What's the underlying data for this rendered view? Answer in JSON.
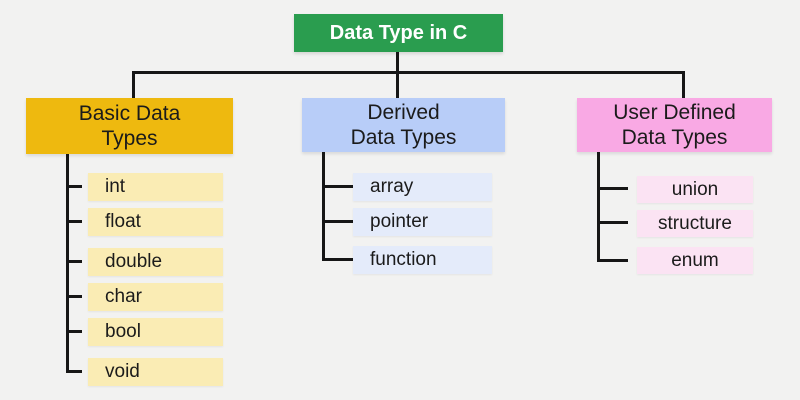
{
  "diagram": {
    "title": "Data Type in C",
    "colors": {
      "background": "#F2F2F1",
      "line": "#161616",
      "text": "#1B1B1B",
      "root_bg": "#2A9D4F",
      "root_text": "#FFFFFF",
      "basic_header_bg": "#EEB90F",
      "basic_child_bg": "#FAECB4",
      "derived_header_bg": "#B8CDF8",
      "derived_child_bg": "#E4EBFA",
      "user_header_bg": "#F9A9E4",
      "user_child_bg": "#FBE3F3"
    },
    "branches": [
      {
        "label_line1": "Basic Data",
        "label_line2": "Types",
        "children": [
          "int",
          "float",
          "double",
          "char",
          "bool",
          "void"
        ]
      },
      {
        "label_line1": "Derived",
        "label_line2": "Data Types",
        "children": [
          "array",
          "pointer",
          "function"
        ]
      },
      {
        "label_line1": "User Defined",
        "label_line2": "Data Types",
        "children": [
          "union",
          "structure",
          "enum"
        ]
      }
    ]
  }
}
